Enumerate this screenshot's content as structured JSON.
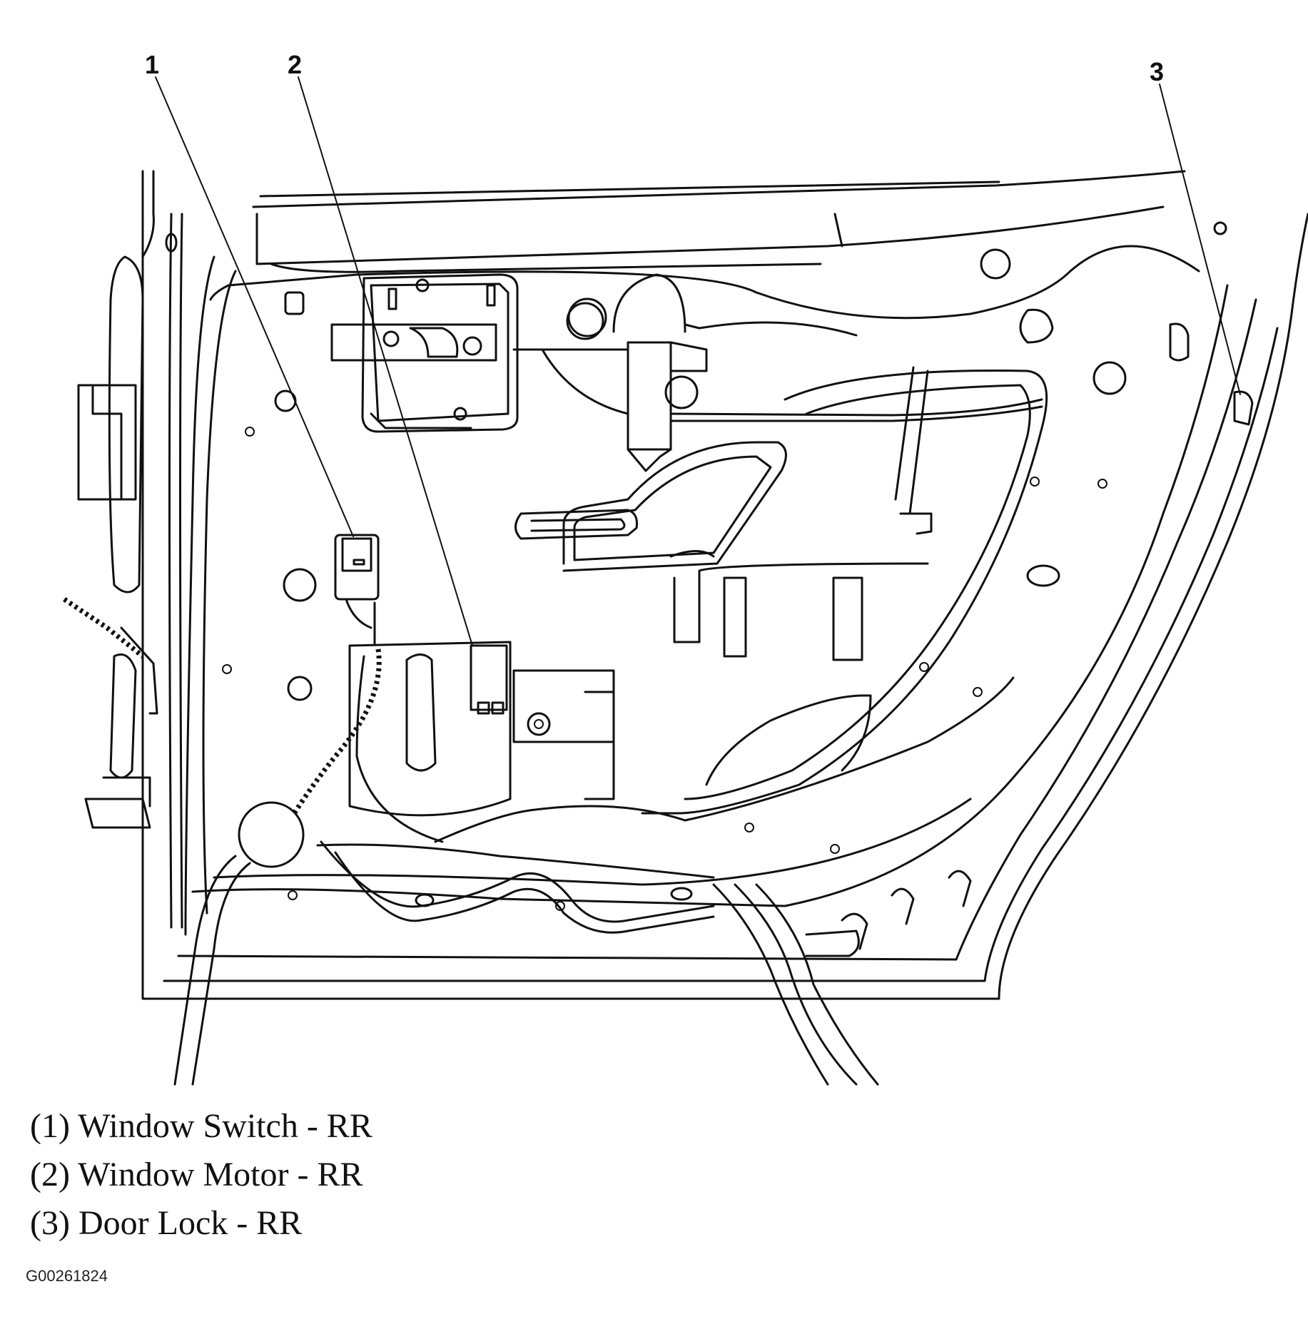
{
  "callouts": [
    {
      "number": "1",
      "label": "(1) Window Switch - RR"
    },
    {
      "number": "2",
      "label": "(2) Window Motor - RR"
    },
    {
      "number": "3",
      "label": "(3) Door Lock - RR"
    }
  ],
  "figure_id": "G00261824"
}
